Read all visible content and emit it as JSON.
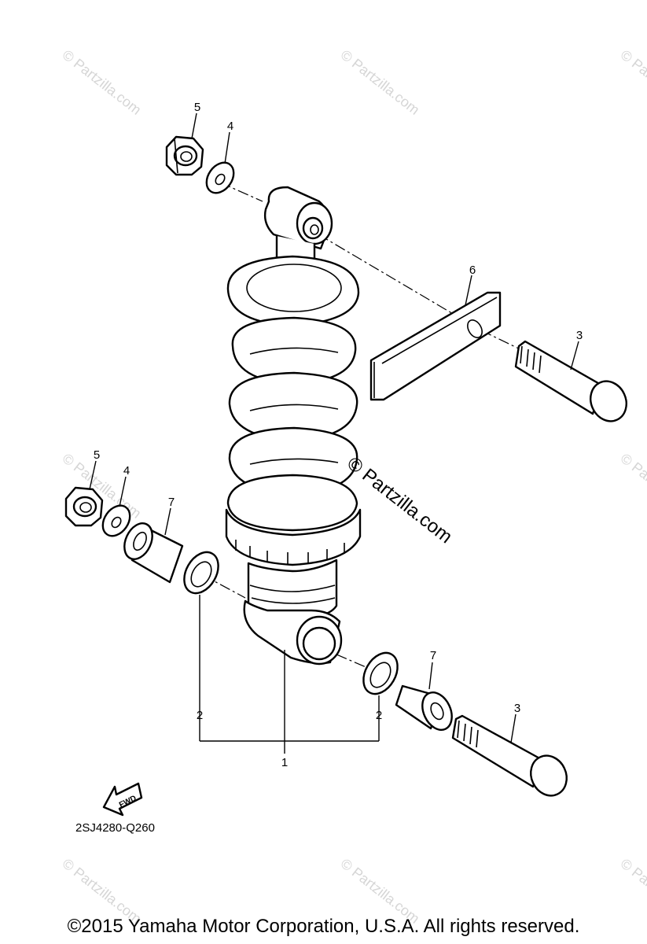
{
  "callouts": {
    "c1": "1",
    "c2a": "2",
    "c2b": "2",
    "c3a": "3",
    "c3b": "3",
    "c4a": "4",
    "c4b": "4",
    "c5a": "5",
    "c5b": "5",
    "c6": "6",
    "c7a": "7",
    "c7b": "7"
  },
  "fwd_label": "FWD",
  "diagram_code": "2SJ4280-Q260",
  "watermark": "© Partzilla.com",
  "copyright": "©2015  Yamaha Motor Corporation, U.S.A. All rights reserved."
}
